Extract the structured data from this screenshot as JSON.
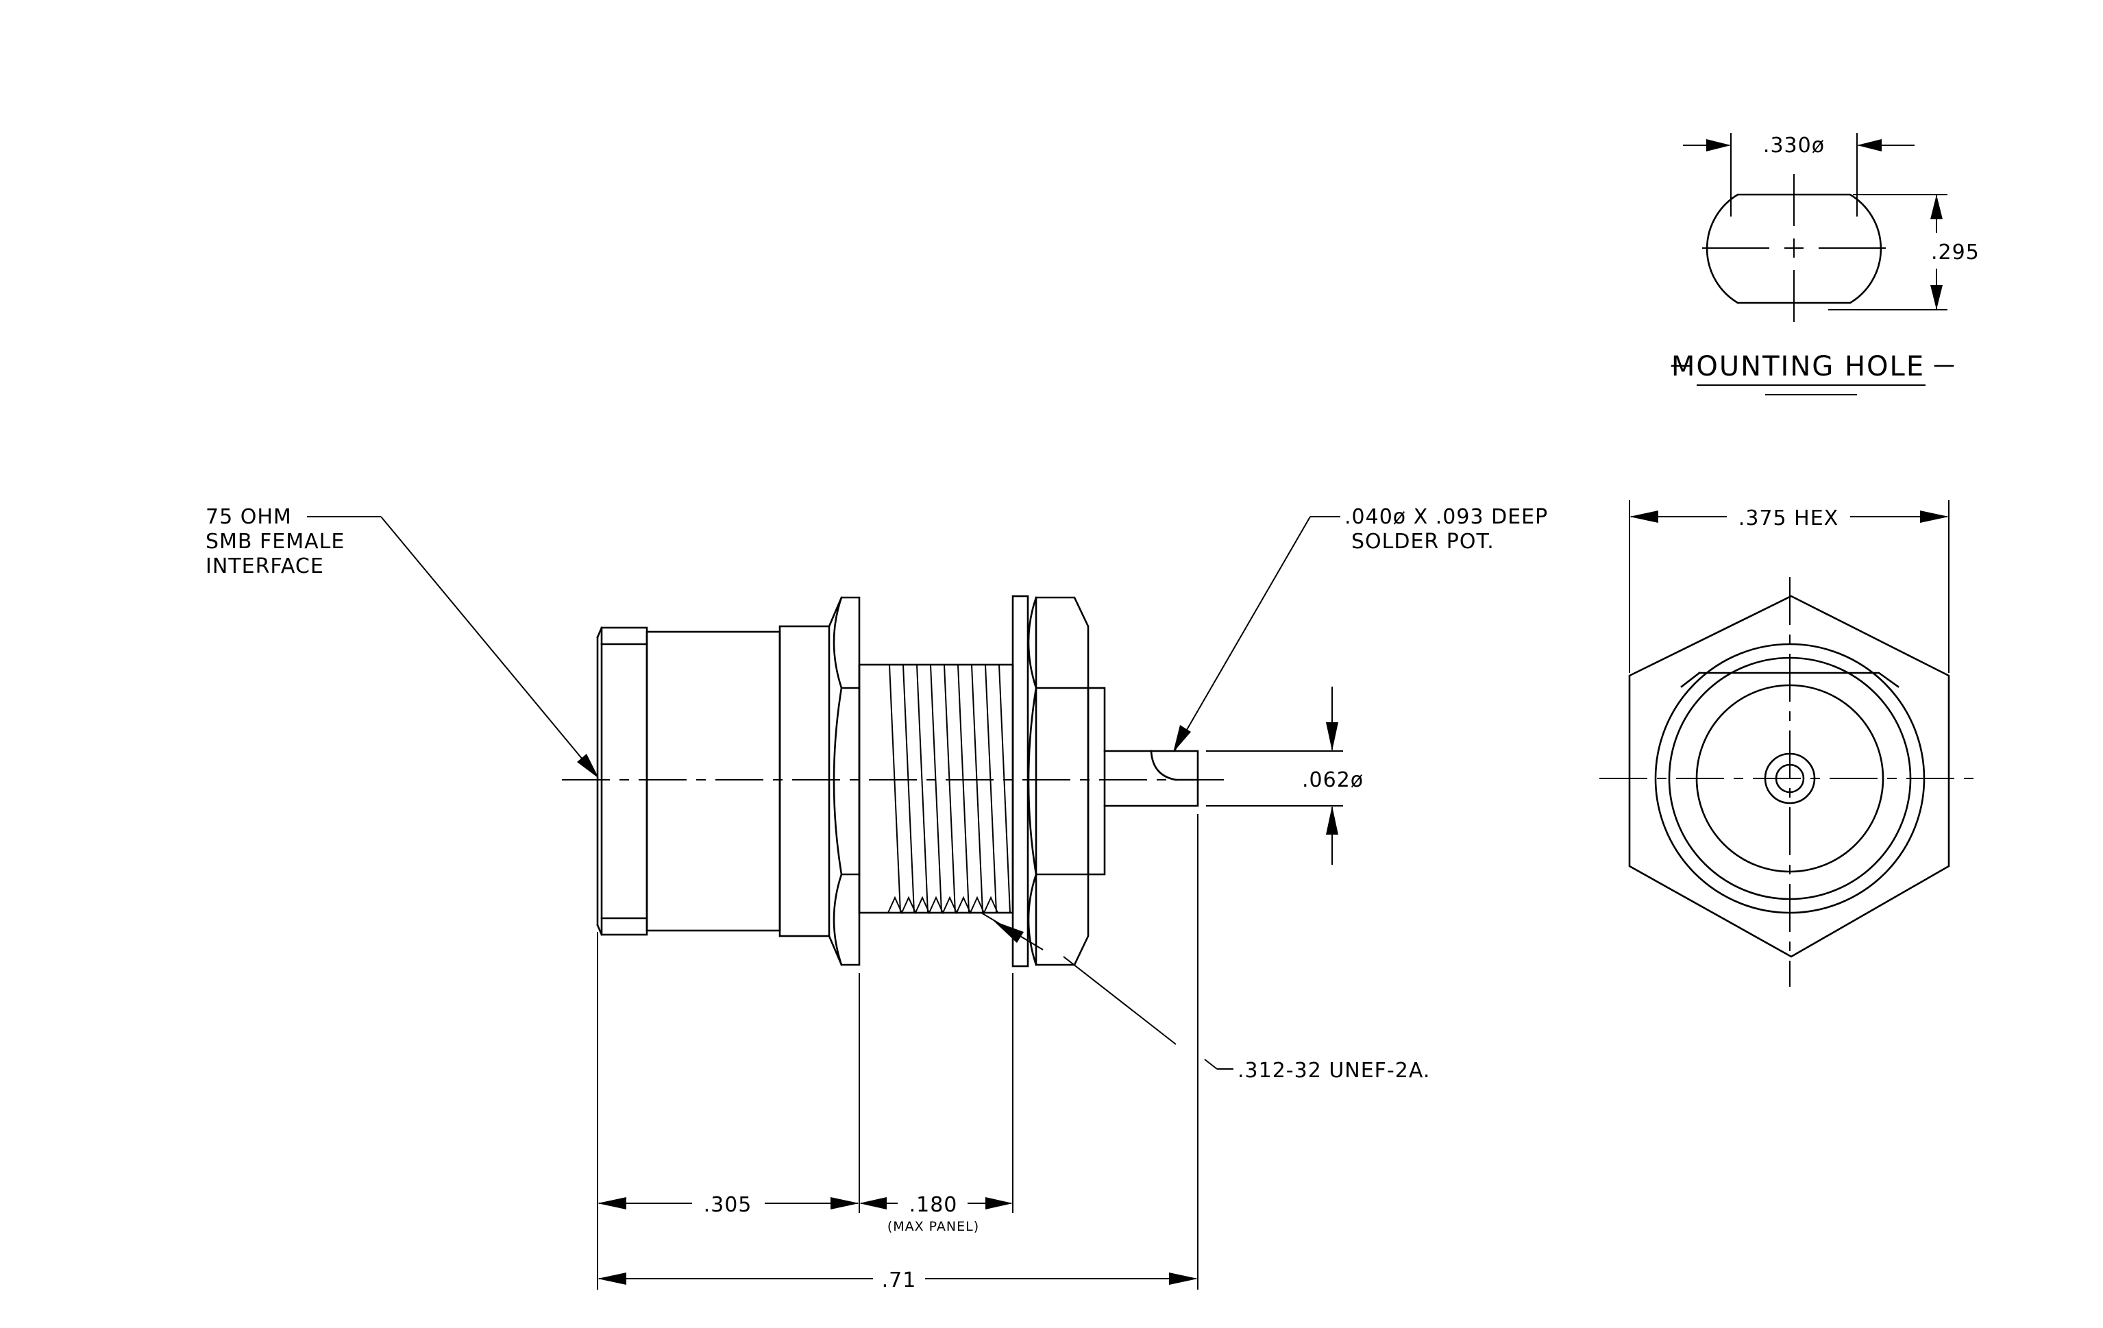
{
  "mounting_hole": {
    "title": "MOUNTING HOLE",
    "dia_label": ".330ø",
    "flat_label": ".295"
  },
  "front_view": {
    "hex_label": ".375 HEX"
  },
  "side_view": {
    "interface_note": [
      "75 OHM",
      "SMB FEMALE",
      "INTERFACE"
    ],
    "solder_note": [
      ".040ø X .093 DEEP",
      "SOLDER POT."
    ],
    "pin_dia_label": ".062ø",
    "thread_label": ".312-32 UNEF-2A.",
    "dim_body": ".305",
    "dim_panel": ".180",
    "dim_panel_note": "(MAX PANEL)",
    "dim_overall": ".71"
  }
}
